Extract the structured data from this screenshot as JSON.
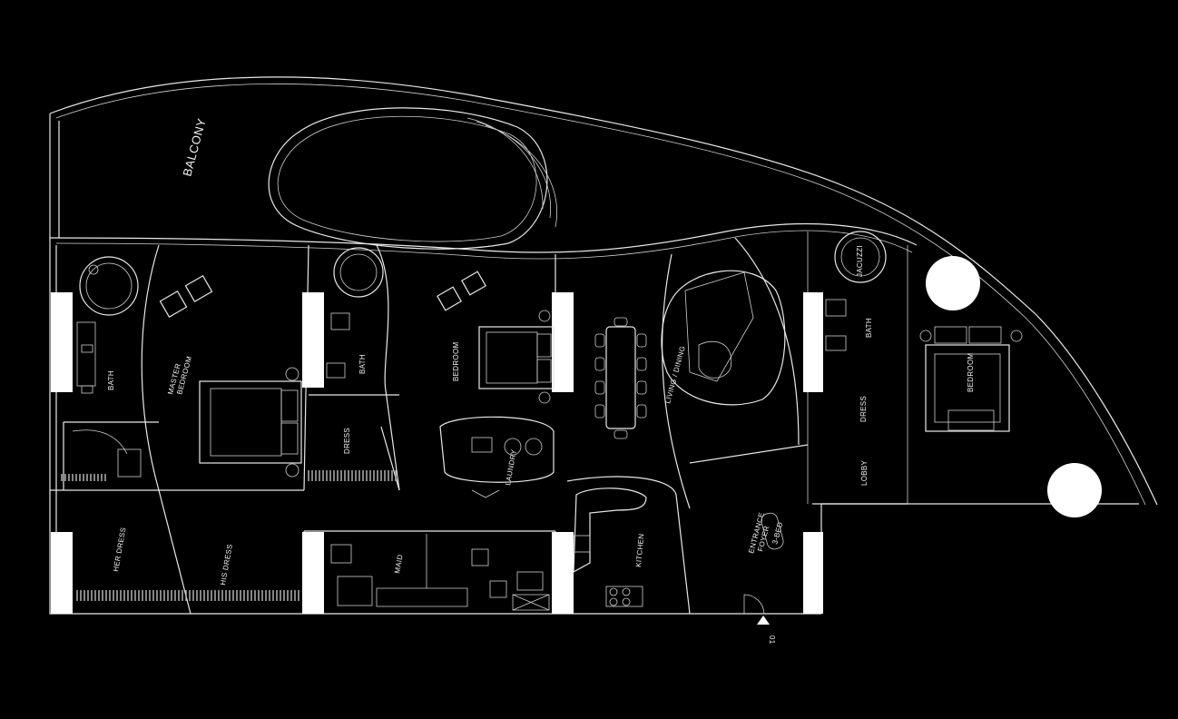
{
  "rooms": {
    "balcony": "BALCONY",
    "master_bedroom_line1": "MASTER",
    "master_bedroom_line2": "BEDROOM",
    "bath_1": "BATH",
    "bath_2": "BATH",
    "bath_3": "BATH",
    "dress_1": "DRESS",
    "dress_2": "DRESS",
    "bedroom_1": "BEDROOM",
    "bedroom_2": "BEDROOM",
    "laundry": "LAUNDRY",
    "living_dining": "LIVING / DINING",
    "jacuzzi": "JACUZZI",
    "lobby": "LOBBY",
    "entrance_line1": "ENTRANCE",
    "entrance_line2": "FOYER",
    "unit_tag": "3-BED",
    "her_dress": "HER DRESS",
    "his_dress": "HIS DRESS",
    "maid": "MAID",
    "kitchen": "KITCHEN"
  },
  "section_marker": "01"
}
